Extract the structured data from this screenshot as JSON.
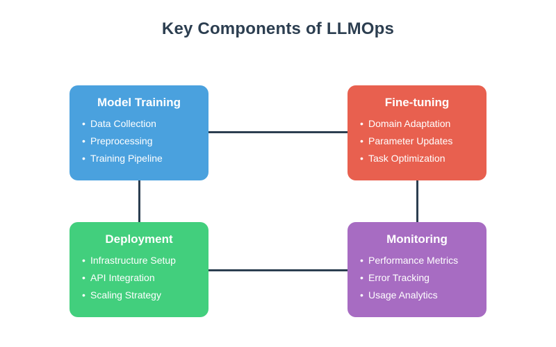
{
  "title": "Key Components of LLMOps",
  "colors": {
    "title_text": "#2C3E50",
    "connector": "#2C3E50",
    "background": "#FFFFFF",
    "card_text": "#FFFFFF"
  },
  "cards": [
    {
      "id": "model-training",
      "title": "Model Training",
      "color": "#4AA1DE",
      "items": [
        "Data Collection",
        "Preprocessing",
        "Training Pipeline"
      ]
    },
    {
      "id": "fine-tuning",
      "title": "Fine-tuning",
      "color": "#E8604F",
      "items": [
        "Domain Adaptation",
        "Parameter Updates",
        "Task Optimization"
      ]
    },
    {
      "id": "deployment",
      "title": "Deployment",
      "color": "#42CF7D",
      "items": [
        "Infrastructure Setup",
        "API Integration",
        "Scaling Strategy"
      ]
    },
    {
      "id": "monitoring",
      "title": "Monitoring",
      "color": "#A76CC2",
      "items": [
        "Performance Metrics",
        "Error Tracking",
        "Usage Analytics"
      ]
    }
  ]
}
